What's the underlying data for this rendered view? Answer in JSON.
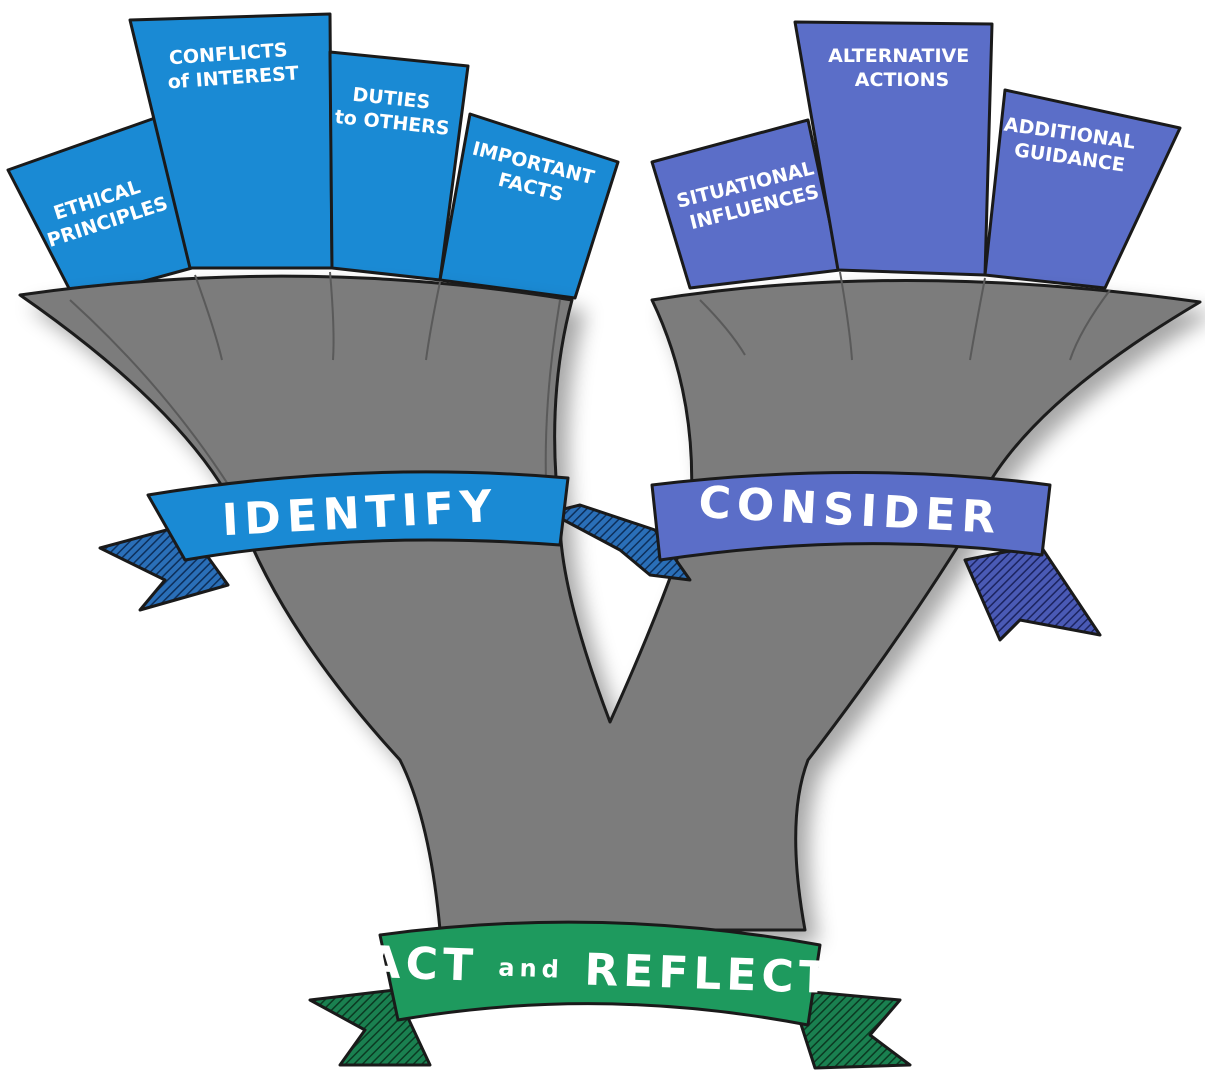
{
  "identify": {
    "label": "IDENTIFY",
    "cards": [
      {
        "lines": [
          "ETHICAL",
          "PRINCIPLES"
        ]
      },
      {
        "lines": [
          "CONFLICTS",
          "of INTEREST"
        ]
      },
      {
        "lines": [
          "DUTIES",
          "to OTHERS"
        ]
      },
      {
        "lines": [
          "IMPORTANT",
          "FACTS"
        ]
      }
    ]
  },
  "consider": {
    "label": "CONSIDER",
    "cards": [
      {
        "lines": [
          "SITUATIONAL",
          "INFLUENCES"
        ]
      },
      {
        "lines": [
          "ALTERNATIVE",
          "ACTIONS"
        ]
      },
      {
        "lines": [
          "ADDITIONAL",
          "GUIDANCE"
        ]
      }
    ]
  },
  "act": {
    "label_main_1": "ACT",
    "label_small": "and",
    "label_main_2": "REFLECT"
  },
  "colors": {
    "identify_blue": "#1a8ad4",
    "consider_purple": "#5b6ec8",
    "act_green": "#1e9a5e",
    "body_gray": "#7b7b7b"
  }
}
